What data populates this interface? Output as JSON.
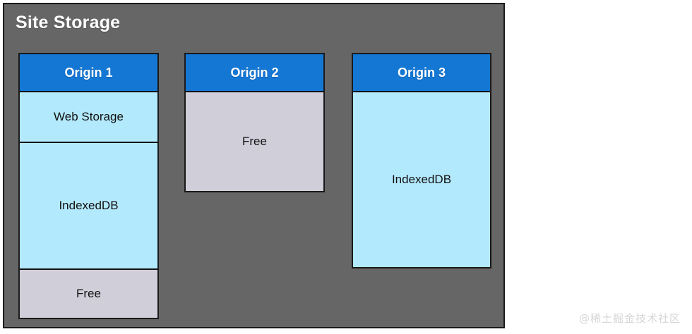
{
  "panel": {
    "title": "Site Storage",
    "background_color": "#666666",
    "border_color": "#1a1a1a",
    "title_color": "#ffffff"
  },
  "palette": {
    "header_blue": "#1577d4",
    "storage_cyan": "#b3e9fc",
    "free_gray": "#d0ced9",
    "outline": "#111111",
    "watermark_gray": "#d5d5d5"
  },
  "origins": [
    {
      "header": "Origin 1",
      "blocks": [
        {
          "label": "Web Storage",
          "kind": "webstorage"
        },
        {
          "label": "IndexedDB",
          "kind": "indexeddb"
        },
        {
          "label": "Free",
          "kind": "free"
        }
      ]
    },
    {
      "header": "Origin 2",
      "blocks": [
        {
          "label": "Free",
          "kind": "free"
        }
      ]
    },
    {
      "header": "Origin 3",
      "blocks": [
        {
          "label": "IndexedDB",
          "kind": "indexeddb"
        }
      ]
    }
  ],
  "watermark": {
    "text": "@稀土掘金技术社区"
  }
}
